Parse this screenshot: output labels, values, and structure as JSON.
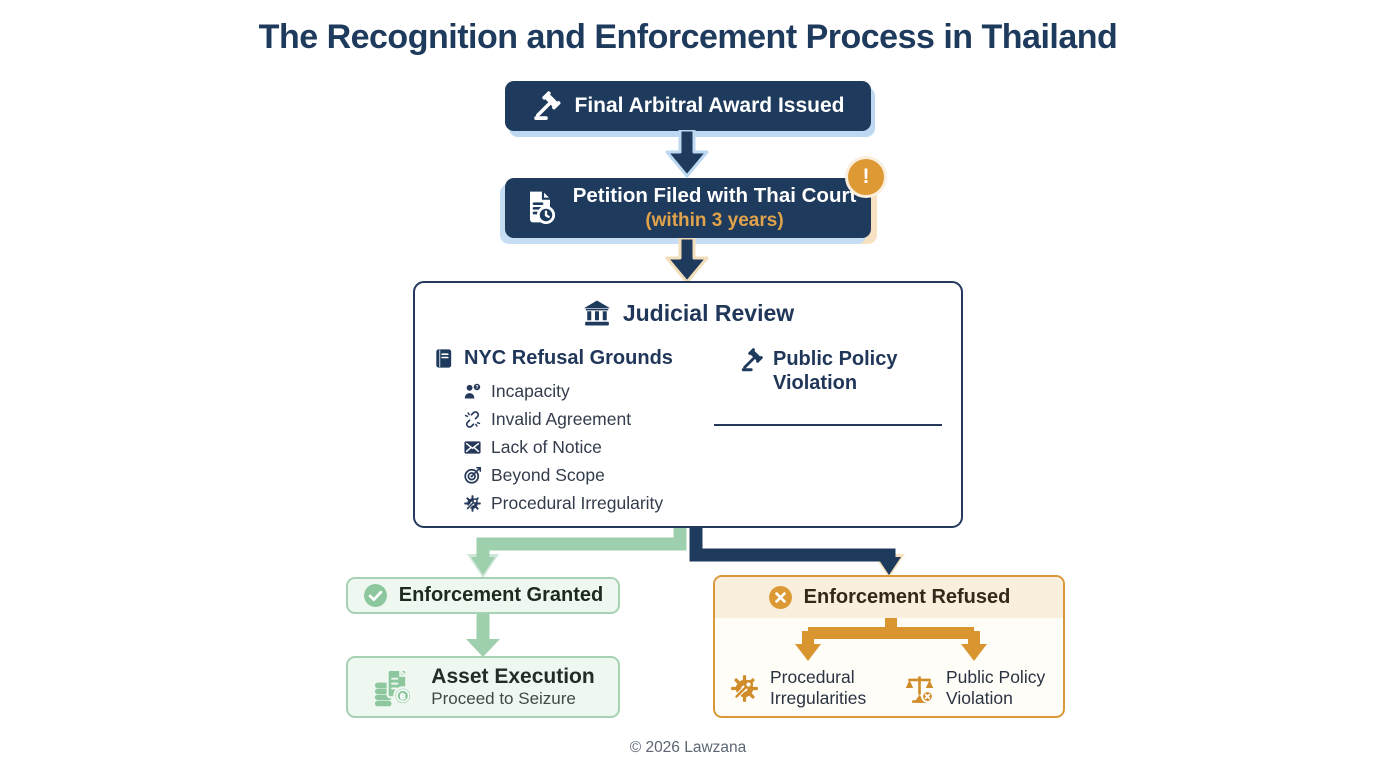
{
  "title": "The Recognition and Enforcement Process in Thailand",
  "footer": "© 2026 Lawzana",
  "colors": {
    "navy": "#1e3a5c",
    "light_blue_halo": "#bdd8f1",
    "orange": "#dd9933",
    "peach_halo": "#f6e2c2",
    "peach_bg": "#faeedd",
    "green": "#9fd0ae",
    "green_icon": "#8cc79e",
    "light_green_bg": "#eef7f0",
    "green_border": "#a7d2b4",
    "orange_border": "#d9993b"
  },
  "flow": {
    "step_award": {
      "label": "Final Arbitral Award Issued",
      "icon": "gavel-icon"
    },
    "step_petition": {
      "label": "Petition Filed with Thai Court",
      "deadline": "(within 3 years)",
      "badge": "!",
      "icon": "document-clock-icon"
    },
    "judicial_review": {
      "title": "Judicial Review",
      "icon": "courthouse-icon",
      "refusal_grounds": {
        "title": "NYC Refusal Grounds",
        "icon": "book-icon",
        "items": [
          {
            "label": "Incapacity",
            "icon": "person-question-icon"
          },
          {
            "label": "Invalid Agreement",
            "icon": "broken-link-icon"
          },
          {
            "label": "Lack of Notice",
            "icon": "envelope-x-icon"
          },
          {
            "label": "Beyond Scope",
            "icon": "target-icon"
          },
          {
            "label": "Procedural Irregularity",
            "icon": "gear-wrench-icon"
          }
        ]
      },
      "public_policy": {
        "title": "Public Policy Violation",
        "icon": "gavel-icon"
      }
    },
    "granted": {
      "label": "Enforcement Granted",
      "icon": "check-circle-icon"
    },
    "asset_execution": {
      "title": "Asset Execution",
      "subtitle": "Proceed to Seizure",
      "icon": "coins-document-baht-icon"
    },
    "refused": {
      "label": "Enforcement Refused",
      "icon": "x-circle-icon",
      "reasons": [
        {
          "label": "Procedural Irregularities",
          "icon": "gear-wrench-icon"
        },
        {
          "label": "Public Policy Violation",
          "icon": "scales-x-icon"
        }
      ]
    }
  }
}
